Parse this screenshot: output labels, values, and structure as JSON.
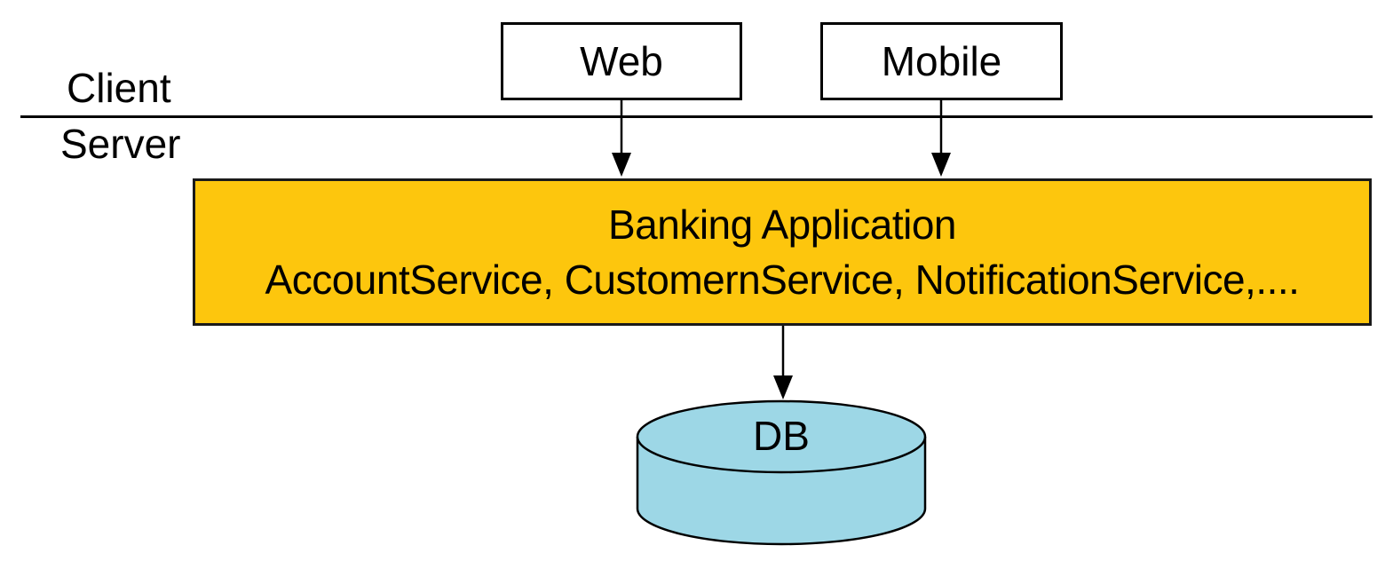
{
  "diagram": {
    "tiers": {
      "client_label": "Client",
      "server_label": "Server"
    },
    "clients": [
      {
        "label": "Web"
      },
      {
        "label": "Mobile"
      }
    ],
    "application": {
      "title": "Banking Application",
      "services": "AccountService, CustomernService, NotificationService,...."
    },
    "database": {
      "label": "DB"
    },
    "colors": {
      "application_fill": "#FDC60D",
      "database_fill": "#9DD7E6",
      "line": "#000000"
    }
  }
}
